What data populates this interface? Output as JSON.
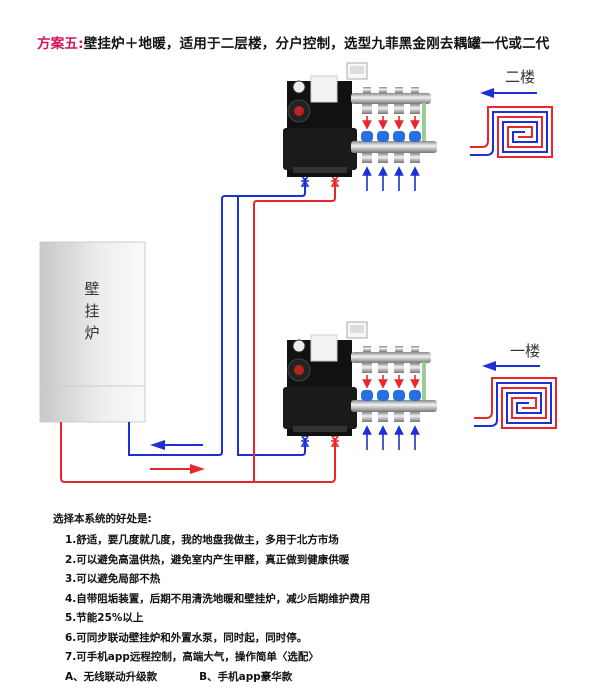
{
  "title": {
    "prefix": "方案五:",
    "text": "壁挂炉＋地暖，适用于二层楼，分户控制，选型九菲黑金刚去耦罐一代或二代"
  },
  "boiler": {
    "label": "壁挂炉"
  },
  "floors": [
    {
      "label": "二楼"
    },
    {
      "label": "一楼"
    }
  ],
  "colors": {
    "supply": "#e8262b",
    "return": "#1f2fd6",
    "accent": "#d4145a"
  },
  "icons": [
    "flow-arrow-left-icon",
    "flow-arrow-right-icon",
    "valve-icon",
    "floor-heating-coil-icon",
    "manifold-icon",
    "pump-icon",
    "thermostat-icon"
  ],
  "benefits": {
    "heading": "选择本系统的好处是:",
    "items": [
      "1.舒适，要几度就几度，我的地盘我做主，多用于北方市场",
      "2.可以避免高温供热，避免室内产生甲醛，真正做到健康供暖",
      "3.可以避免局部不热",
      "4.自带阻垢装置，后期不用清洗地暖和壁挂炉，减少后期维护费用",
      "5.节能25%以上",
      "6.可同步联动壁挂炉和外置水泵，同时起，同时停。",
      "7.可手机app远程控制，高端大气，操作简单〈选配〉"
    ],
    "options": [
      "A、无线联动升级款",
      "B、手机app豪华款"
    ]
  }
}
